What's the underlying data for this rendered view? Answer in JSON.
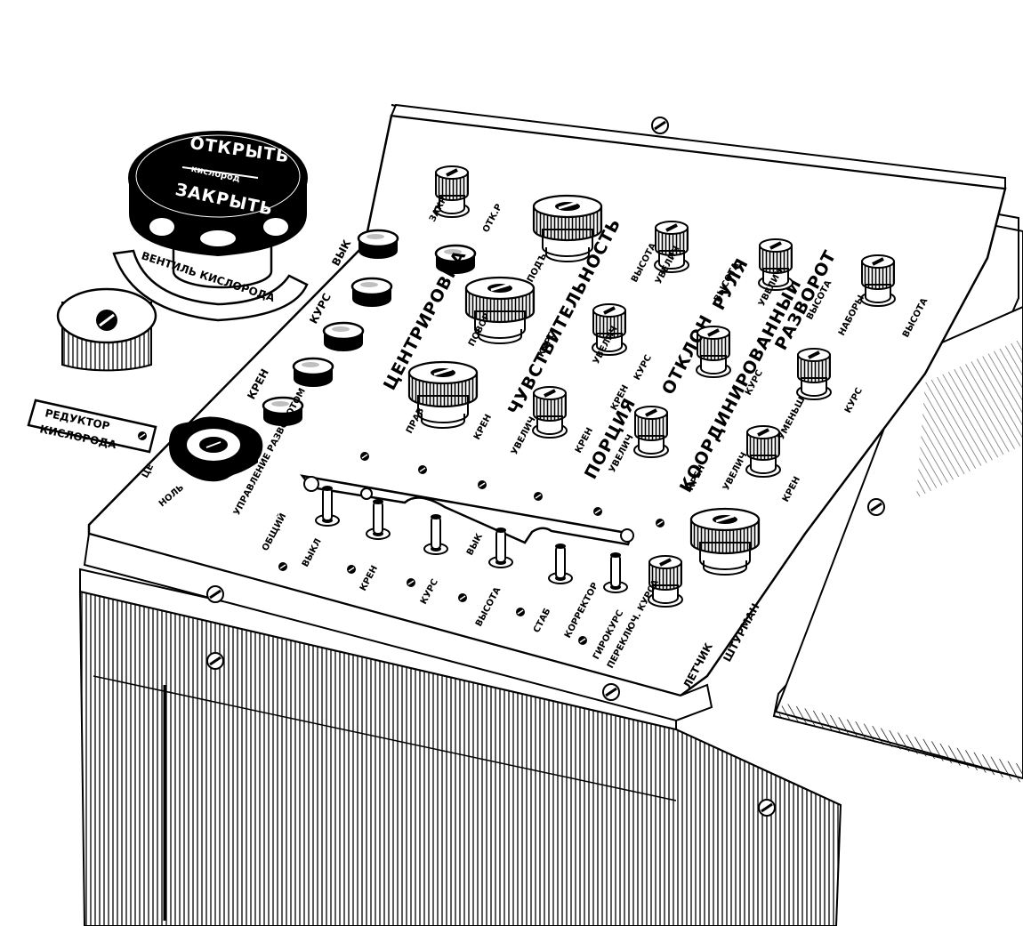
{
  "oxygen_valve": {
    "open_label": "ОТКРЫТЬ",
    "gas_label": "кислород",
    "close_label": "ЗАКРЫТЬ",
    "plate_label": "ВЕНТИЛЬ КИСЛОРОДА"
  },
  "reducer_plate": {
    "line1": "РЕДУКТОР",
    "line2": "КИСЛОРОДА"
  },
  "panel": {
    "left_button_labels": [
      "ВЫК",
      "КУРС",
      "КРЕН"
    ],
    "section_titles": {
      "centering": "ЦЕНТРИРОВКА",
      "sensitivity": "ЧУВСТВИТЕЛЬНОСТЬ",
      "portion": "ПОРЦИЯ",
      "deflection": "ОТКЛОН",
      "rudder": "РУЛЯ",
      "coordinated": "КООРДИНИРОВАННЫЙ",
      "turn": "РАЗВОРОТ"
    },
    "knob_labels": {
      "close": "ЗАКР",
      "open": "ОТК.Р",
      "rise": "ПОДЪ",
      "rotate": "ПОВОР",
      "right": "ПРАВ",
      "increase": "УВЕЛИЧ",
      "decrease": "УМЕНЬШ",
      "altitude": "ВЫСОТА",
      "course": "КУРС",
      "bank": "КРЕН",
      "gain": "НАБОРЫ"
    },
    "turn_control": {
      "left_label": "ЦЕ",
      "bottom_label": "НОЛЬ",
      "right_label": "УПРАВЛЕНИЕ РАЗВОРОТОМ"
    },
    "toggle_labels": [
      "ОБЩИЙ",
      "ВЫКЛ",
      "КРЕН",
      "КУРС",
      "ВЫК",
      "ВЫСОТА",
      "СТАБ",
      "КОРРЕКТОР"
    ],
    "switch_labels": {
      "course_switch": "ПЕРЕКЛЮЧ. КУРСА",
      "course_gyro": "ГИРОКУРС",
      "pilot": "ЛЕТЧИК",
      "navigator": "ШТУРМАН"
    }
  }
}
